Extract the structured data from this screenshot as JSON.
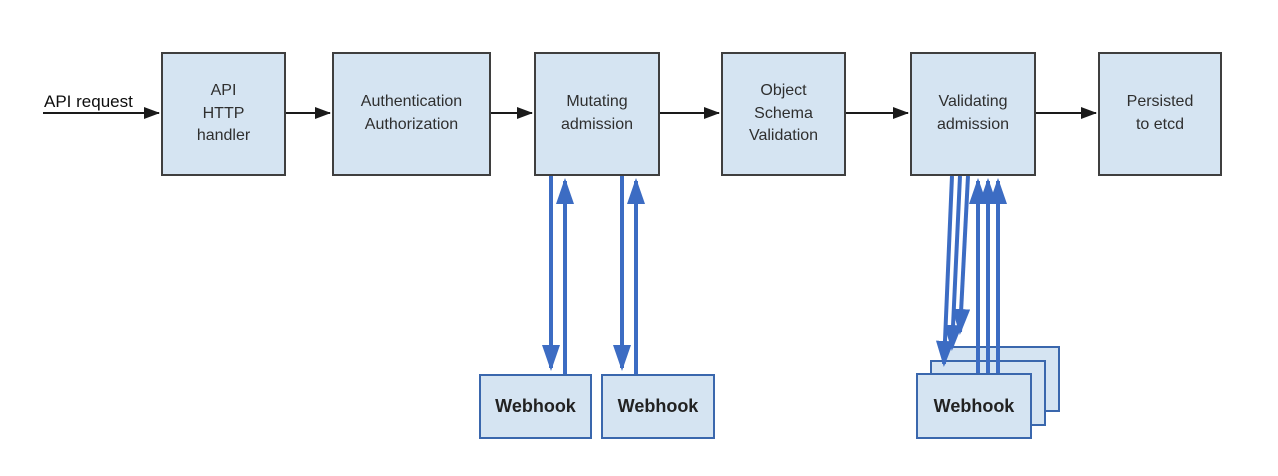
{
  "api_request": {
    "label": "API request"
  },
  "stages": [
    {
      "label": "API\nHTTP\nhandler"
    },
    {
      "label": "Authentication\nAuthorization"
    },
    {
      "label": "Mutating\nadmission"
    },
    {
      "label": "Object\nSchema\nValidation"
    },
    {
      "label": "Validating\nadmission"
    },
    {
      "label": "Persisted\nto etcd"
    }
  ],
  "webhooks": {
    "mutating": [
      {
        "label": "Webhook"
      },
      {
        "label": "Webhook"
      }
    ],
    "validating": {
      "label": "Webhook",
      "stack_count": 3
    }
  },
  "colors": {
    "box_fill": "#d5e4f2",
    "stage_border": "#3f3f3f",
    "webhook_border": "#3a67ad",
    "flow_arrow": "#1a1a1a",
    "webhook_arrow": "#3c6cc3",
    "text": "#2f2f2f",
    "background": "#ffffff"
  }
}
